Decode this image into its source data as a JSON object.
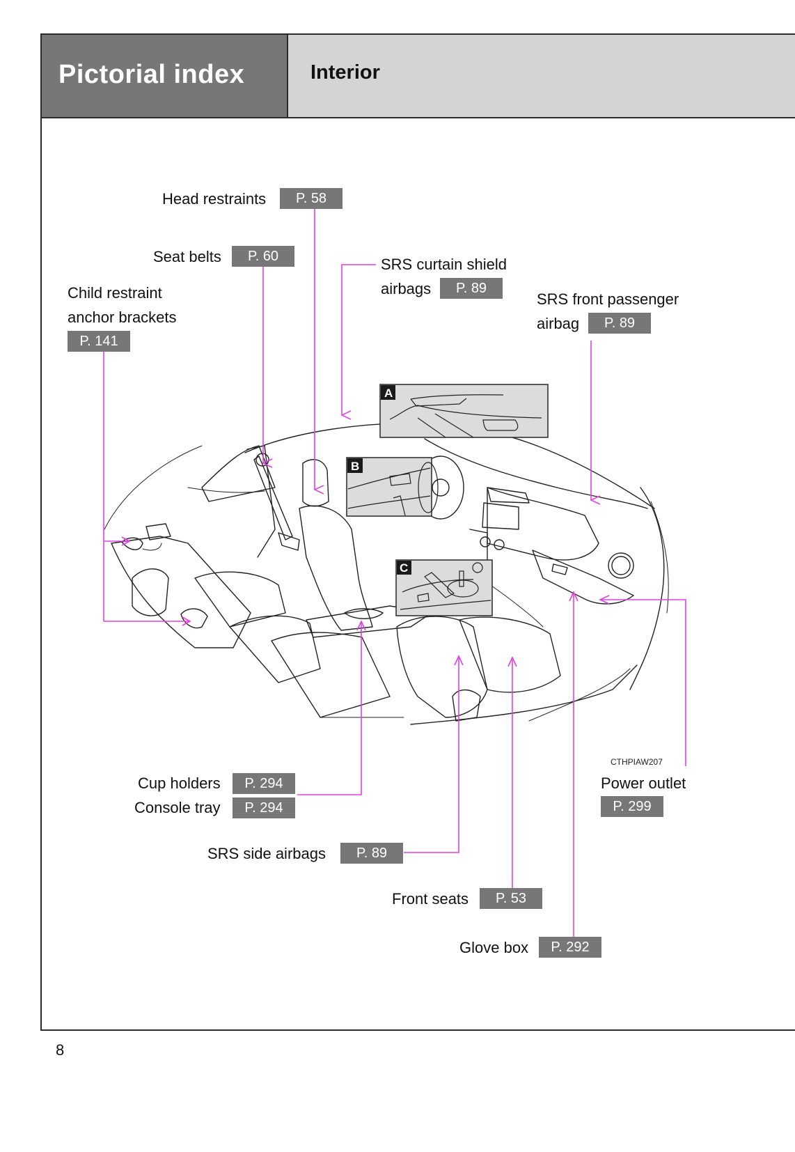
{
  "header": {
    "section_title": "Pictorial index",
    "subsection_title": "Interior"
  },
  "callouts": [
    {
      "id": "head-restraints",
      "label": "Head restraints",
      "page": "P. 58"
    },
    {
      "id": "seat-belts",
      "label": "Seat belts",
      "page": "P. 60"
    },
    {
      "id": "child-restraint",
      "label_line1": "Child restraint",
      "label_line2": "anchor brackets",
      "page": "P. 141"
    },
    {
      "id": "srs-curtain",
      "label_line1": "SRS curtain shield",
      "label_line2": "airbags",
      "page": "P. 89"
    },
    {
      "id": "srs-front-passenger",
      "label_line1": "SRS front passenger",
      "label_line2": "airbag",
      "page": "P. 89"
    },
    {
      "id": "cup-holders",
      "label": "Cup holders",
      "page": "P. 294"
    },
    {
      "id": "console-tray",
      "label": "Console tray",
      "page": "P. 294"
    },
    {
      "id": "srs-side",
      "label": "SRS side airbags",
      "page": "P. 89"
    },
    {
      "id": "front-seats",
      "label": "Front seats",
      "page": "P. 53"
    },
    {
      "id": "glove-box",
      "label": "Glove box",
      "page": "P. 292"
    },
    {
      "id": "power-outlet",
      "label": "Power outlet",
      "page": "P. 299"
    }
  ],
  "insets": {
    "a": "A",
    "b": "B",
    "c": "C"
  },
  "illustration_code": "CTHPIAW207",
  "page_number": "8",
  "colors": {
    "leader": "#e040e0",
    "badge": "#777777",
    "header_dark": "#777777",
    "header_light": "#d4d4d4"
  }
}
